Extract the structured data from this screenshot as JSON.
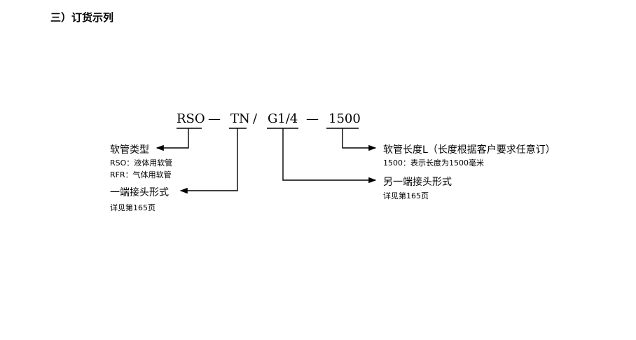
{
  "heading": "三）订货示列",
  "code": {
    "part1": "RSO",
    "sep1": "—",
    "part2": "TN",
    "sep2": "/",
    "part3": "G1/4",
    "sep3": "—",
    "part4": "1500"
  },
  "labels": {
    "hose_type": {
      "title": "软管类型",
      "line1": "RSO：液体用软管",
      "line2": "RFR：气体用软管"
    },
    "end_fitting": {
      "title": "一端接头形式",
      "note": "详见第165页"
    },
    "hose_length": {
      "title": "软管长度L（长度根据客户要求任意订）",
      "note": "1500：表示长度为1500毫米"
    },
    "other_end_fitting": {
      "title": "另一端接头形式",
      "note": "详见第165页"
    }
  }
}
